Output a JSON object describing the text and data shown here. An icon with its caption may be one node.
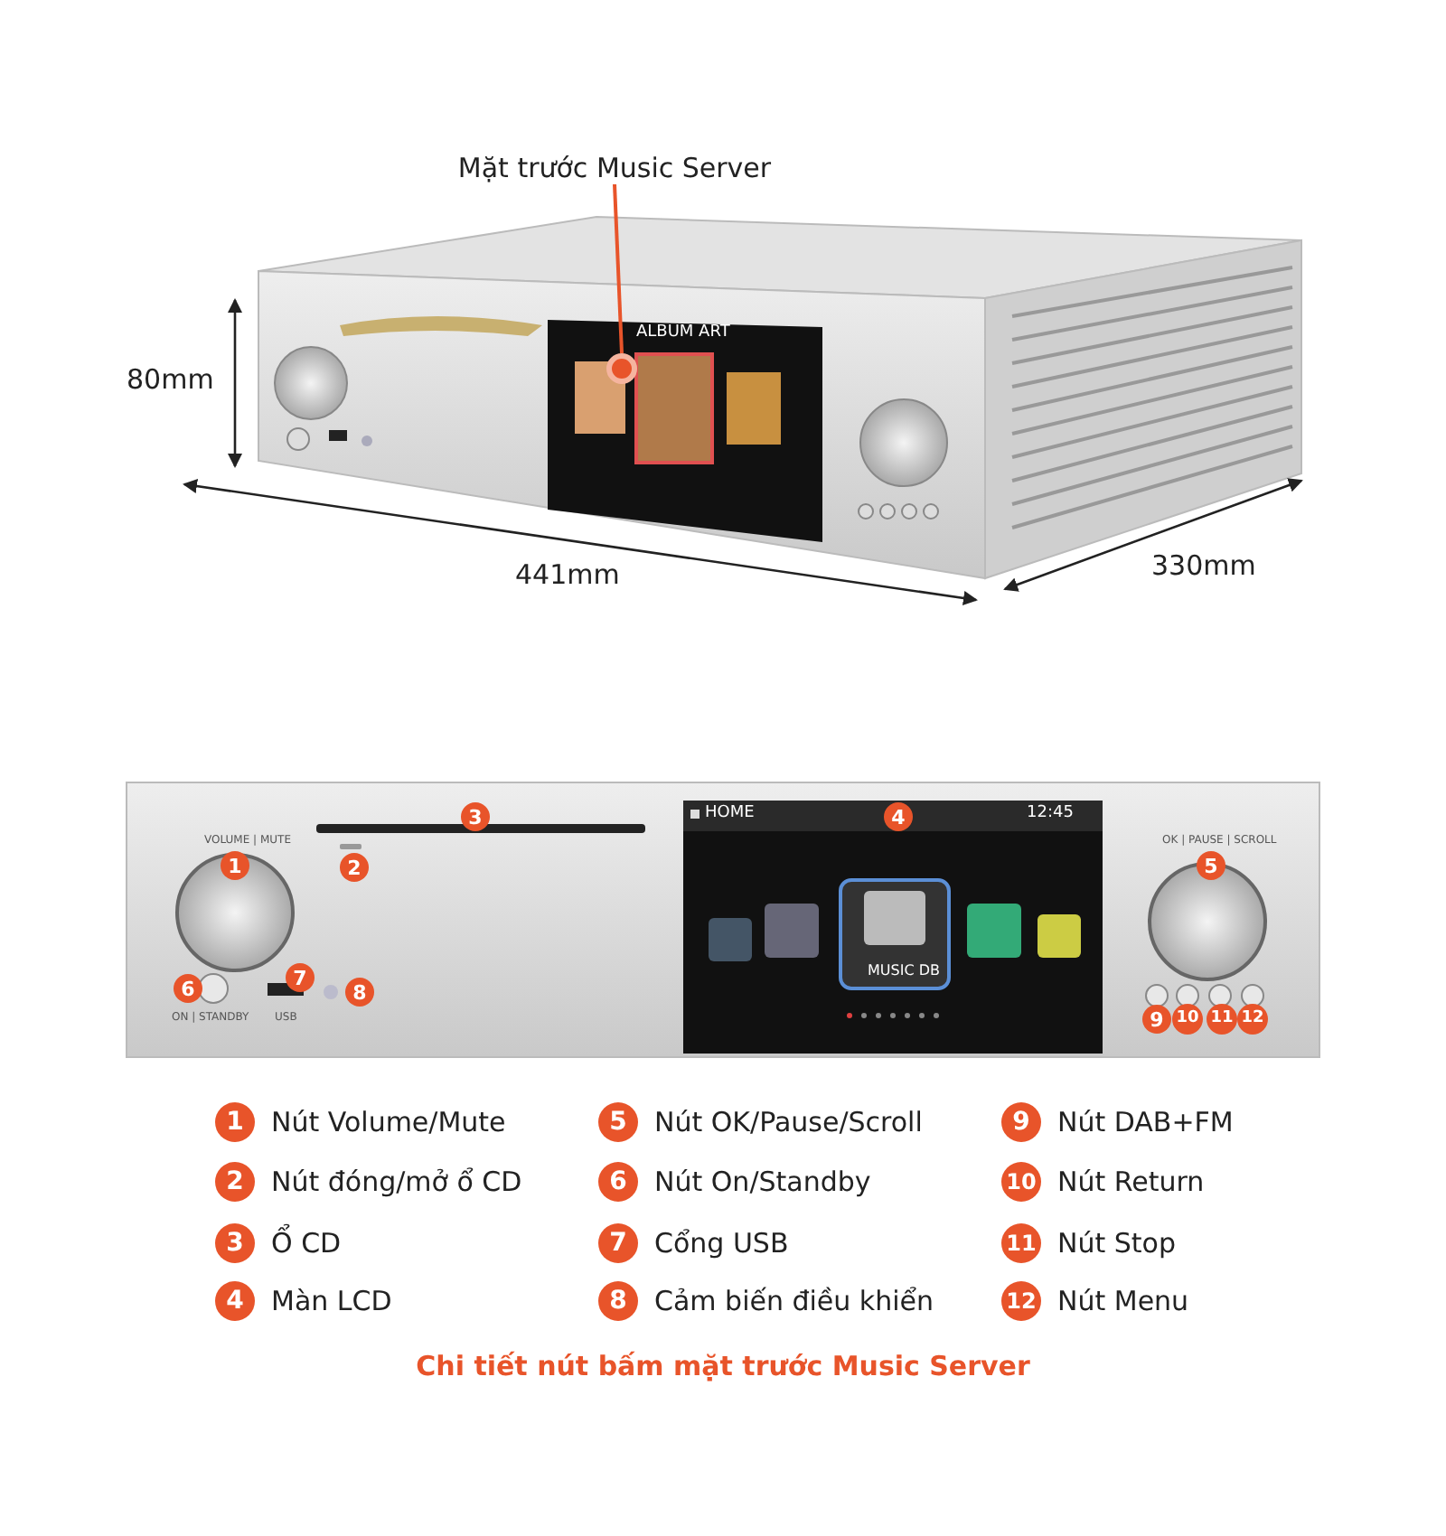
{
  "diagram": {
    "caption": "Chi tiết nút bấm mặt trước Music Server",
    "nodes": [
      {
        "text": [
          "Mặt trước Music Server"
        ]
      },
      {
        "text": [],
        "shape": "circle"
      }
    ],
    "edges": [
      {
        "from": 0,
        "to": 1,
        "arrow": "none",
        "color": "#e8542a"
      }
    ],
    "labels": [
      "ALBUM ART",
      "80mm",
      "441mm",
      "330mm",
      "3",
      "HOME",
      "4",
      "12:45",
      "VOLUME | MUTE",
      "OK | PAUSE | SCROLL",
      "1",
      "2",
      "5",
      "MUSIC DB",
      "6",
      "7",
      "8",
      "ON | STANDBY",
      "USB",
      "9",
      "10",
      "11",
      "12",
      "1",
      "Nút Volume/Mute",
      "5",
      "Nút OK/Pause/Scroll",
      "9",
      "Nút DAB+FM",
      "2",
      "Nút đóng/mở ổ CD",
      "6",
      "Nút On/Standby",
      "10",
      "Nút Return",
      "3",
      "Ổ CD",
      "7",
      "Cổng USB",
      "11",
      "Nút Stop",
      "4",
      "Màn LCD",
      "8",
      "Cảm biến điều khiển",
      "12",
      "Nút Menu"
    ]
  }
}
